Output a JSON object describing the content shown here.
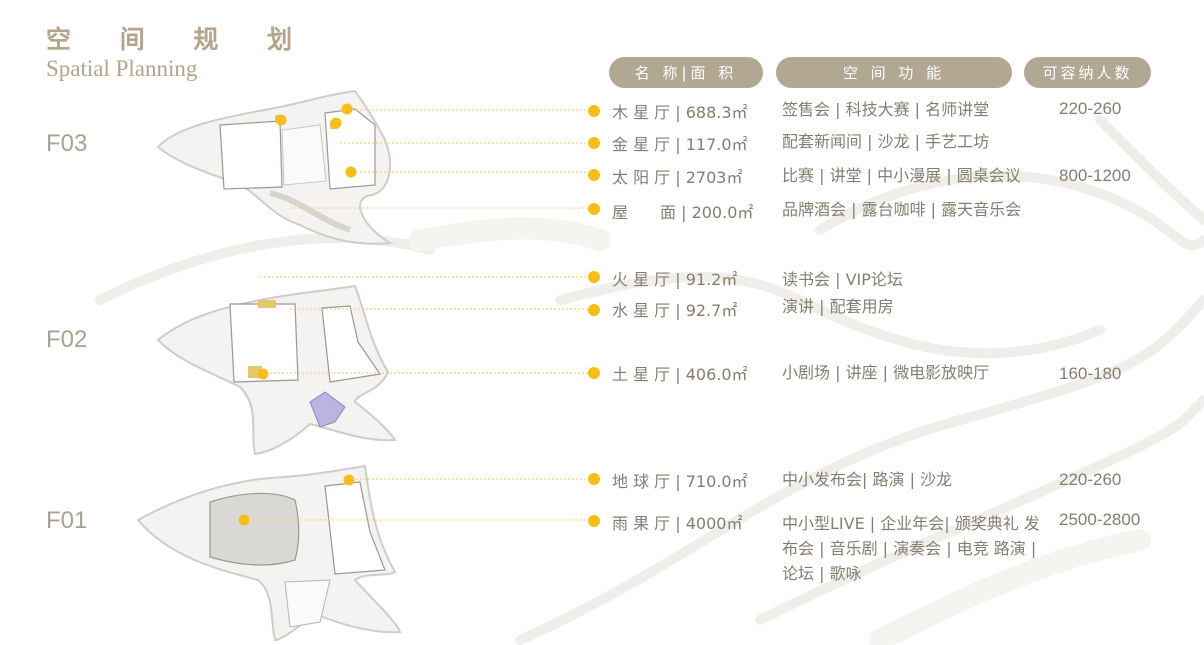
{
  "header": {
    "title_cn": "空 间 规 划",
    "title_en": "Spatial Planning"
  },
  "table_headers": [
    "名 称|面 积",
    "空 间 功 能",
    "可容纳人数"
  ],
  "floors": [
    "F03",
    "F02",
    "F01"
  ],
  "rooms": [
    {
      "name": "木 星 厅 | 688.3㎡",
      "function": "签售会 | 科技大赛 | 名师讲堂",
      "capacity": "220-260"
    },
    {
      "name": "金 星 厅 | 117.0㎡",
      "function": "配套新闻间 | 沙龙 | 手艺工坊",
      "capacity": ""
    },
    {
      "name": "太 阳 厅 | 2703㎡",
      "function": "比赛 | 讲堂 | 中小漫展 | 圆桌会议",
      "capacity": "800-1200"
    },
    {
      "name": "屋　　面 | 200.0㎡",
      "function": "品牌酒会 | 露台咖啡 | 露天音乐会",
      "capacity": ""
    },
    {
      "name": "火 星 厅 | 91.2㎡",
      "function": "读书会 | VIP论坛",
      "capacity": ""
    },
    {
      "name": "水 星 厅 | 92.7㎡",
      "function": "演讲 | 配套用房",
      "capacity": ""
    },
    {
      "name": "土 星 厅 | 406.0㎡",
      "function": "小剧场 | 讲座 | 微电影放映厅",
      "capacity": "160-180"
    },
    {
      "name": "地 球 厅 | 710.0㎡",
      "function": "中小发布会| 路演 | 沙龙",
      "capacity": "220-260"
    },
    {
      "name": "雨 果 厅 | 4000㎡",
      "function": "中小型LIVE | 企业年会| 颁奖典礼 发布会 | 音乐剧 | 演奏会 | 电竞 路演 | 论坛 | 歌咏",
      "capacity": "2500-2800"
    }
  ],
  "colors": {
    "accent_dot": "#f5be1b",
    "pill_bg": "#b2a792",
    "title": "#b3a48a",
    "text": "#857e70",
    "leader_line": "#f3c86a",
    "stage_highlight": "#b9b4e0"
  },
  "icons": [
    "floor-plan-f03",
    "floor-plan-f02",
    "floor-plan-f01",
    "marker-dot"
  ]
}
